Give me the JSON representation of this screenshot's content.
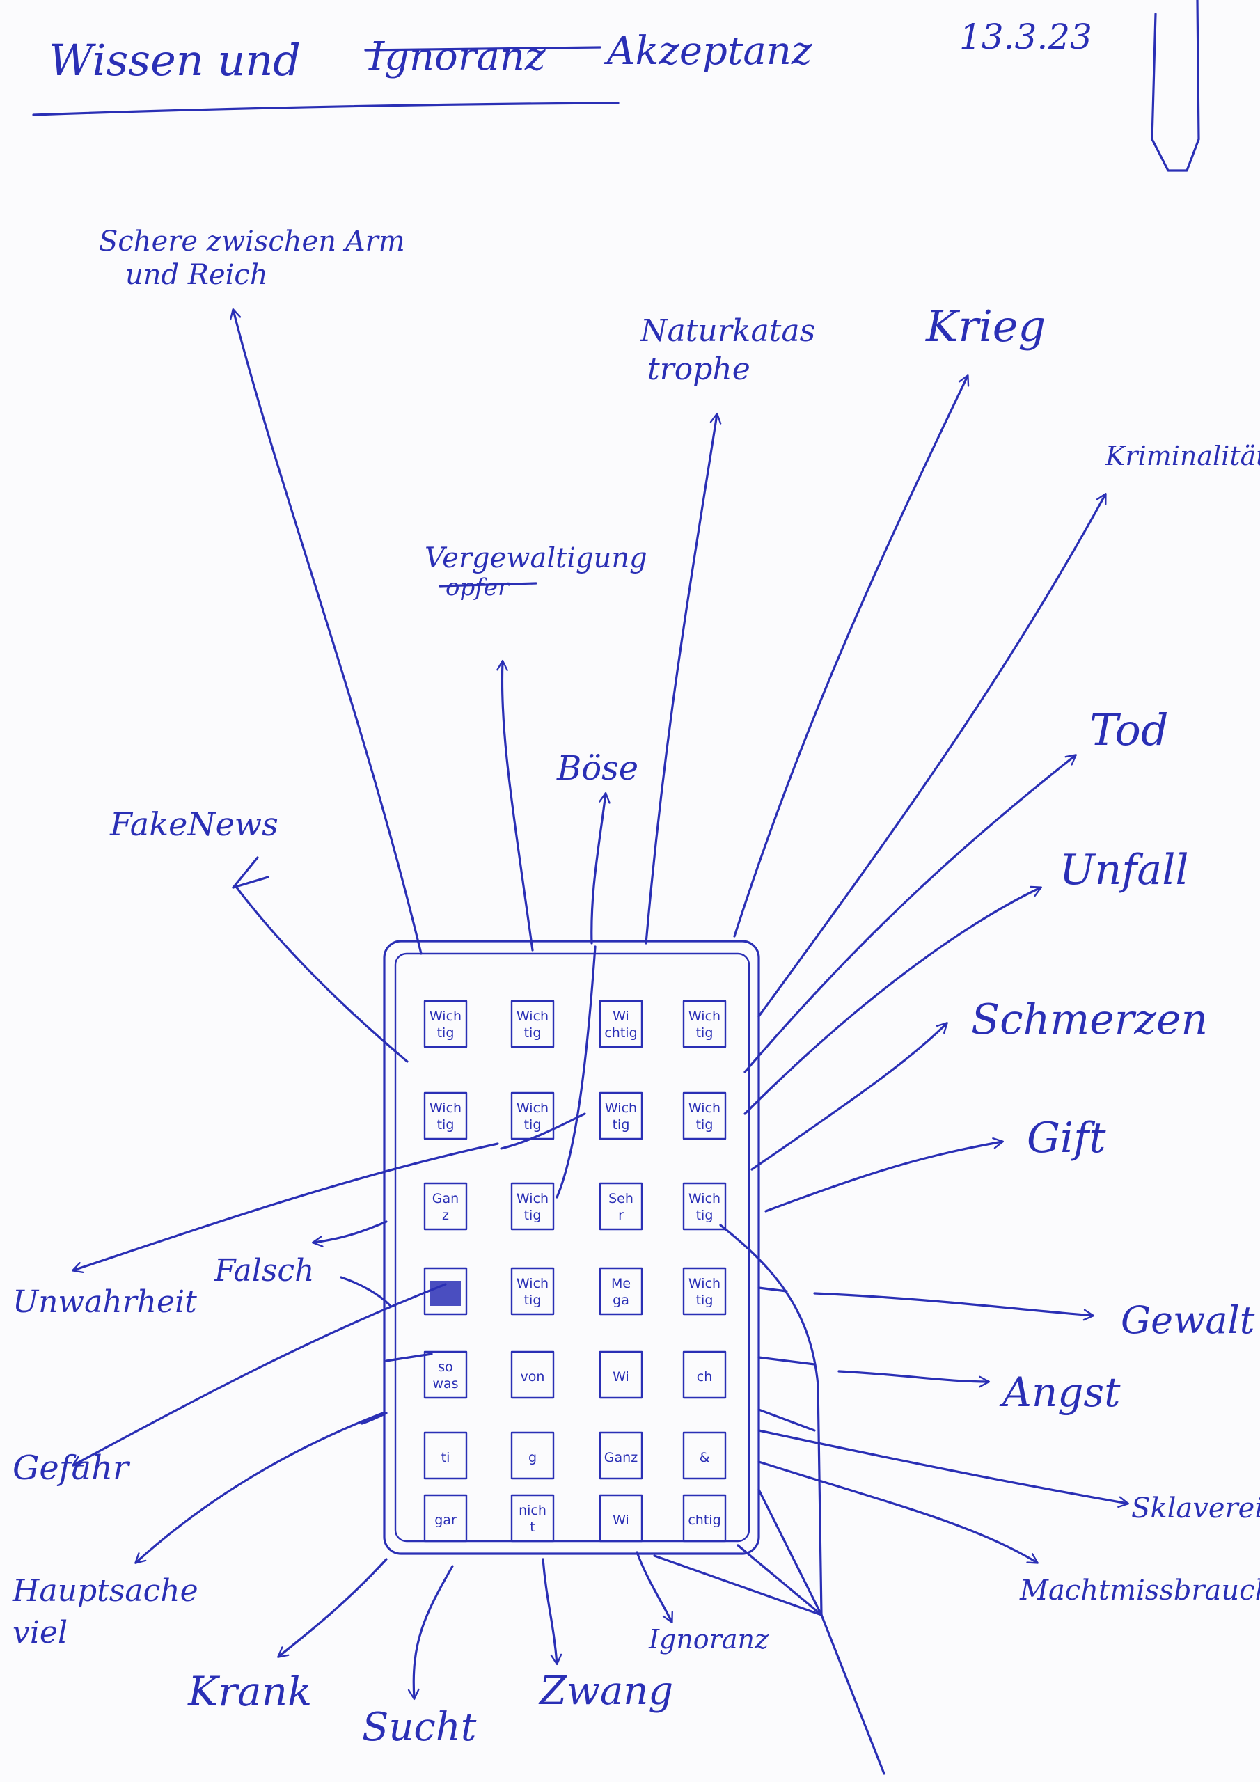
{
  "header": {
    "title_part1": "Wissen und",
    "struck_word": "Ignoranz",
    "title_part2": "Akzeptanz",
    "date": "13.3.23"
  },
  "colors": {
    "ink": "#2a2fb5",
    "paper": "#fbfbfd"
  },
  "labels": {
    "schere": [
      "Schere zwischen Arm",
      "und Reich"
    ],
    "naturkatastrophe": [
      "Naturkatas",
      "trophe"
    ],
    "krieg": "Krieg",
    "kriminalitaet": "Kriminalität",
    "vergewaltigung": "Vergewaltigung",
    "vergewaltigung_struck": "opfer",
    "boese": "Böse",
    "fakenews": "FakeNews",
    "tod": "Tod",
    "unfall": "Unfall",
    "schmerzen": "Schmerzen",
    "gift": "Gift",
    "gewalt": "Gewalt",
    "angst": "Angst",
    "sklaverei": "Sklaverei",
    "machtmissbrauch": "Machtmissbrauch",
    "unwahrheit": "Unwahrheit",
    "falsch": "Falsch",
    "gefahr": "Gefahr",
    "hauptsache": [
      "Hauptsache",
      "viel"
    ],
    "krank": "Krank",
    "sucht": "Sucht",
    "zwang": "Zwang",
    "ignoranz": "Ignoranz"
  },
  "cells": [
    [
      "Wich tig",
      "Wich tig",
      "Wi chtig",
      "Wich tig"
    ],
    [
      "Wich tig",
      "Wich tig",
      "Wich tig",
      "Wich tig"
    ],
    [
      "Gan z",
      "Wich tig",
      "Seh r",
      "Wich tig"
    ],
    [
      "",
      "Wich tig",
      "Me ga",
      "Wich tig"
    ],
    [
      "so was",
      "von",
      "Wi",
      "ch"
    ],
    [
      "ti",
      "g",
      "Ganz",
      "&"
    ],
    [
      "gar",
      "nich t",
      "Wi",
      "chtig"
    ]
  ]
}
